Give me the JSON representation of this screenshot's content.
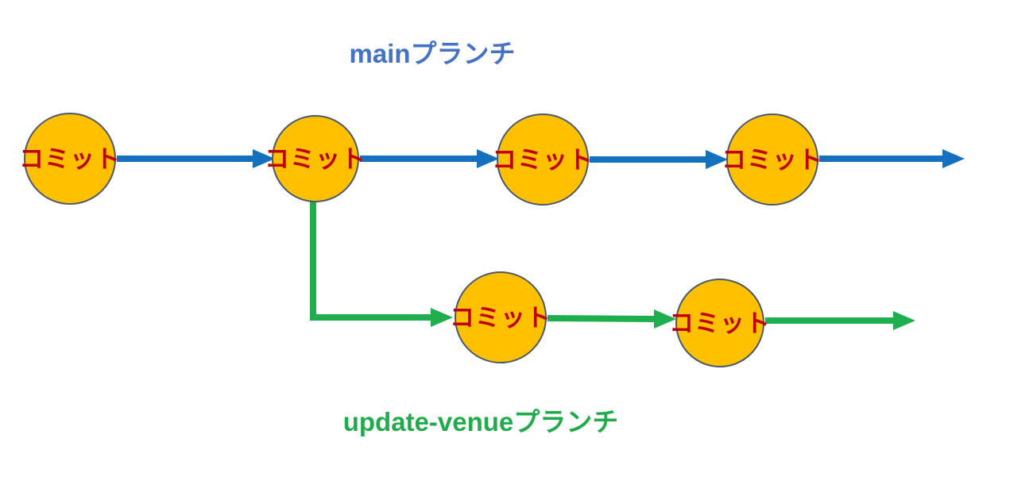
{
  "diagram": {
    "branches": {
      "main": {
        "label": "mainプランチ",
        "arrow_color": "#1571BE",
        "label_color": "#4472C4"
      },
      "update_venue": {
        "label": "update-venueプランチ",
        "arrow_color": "#1FAE4D",
        "label_color": "#21AC4B"
      }
    },
    "node_style": {
      "fill": "#FFC000",
      "stroke": "#49586B",
      "text_color": "#C00000"
    },
    "nodes": [
      {
        "branch": "main",
        "label": "コミット"
      },
      {
        "branch": "main",
        "label": "コミット"
      },
      {
        "branch": "main",
        "label": "コミット"
      },
      {
        "branch": "main",
        "label": "コミット"
      },
      {
        "branch": "update-venue",
        "label": "コミット"
      },
      {
        "branch": "update-venue",
        "label": "コミット"
      }
    ]
  }
}
